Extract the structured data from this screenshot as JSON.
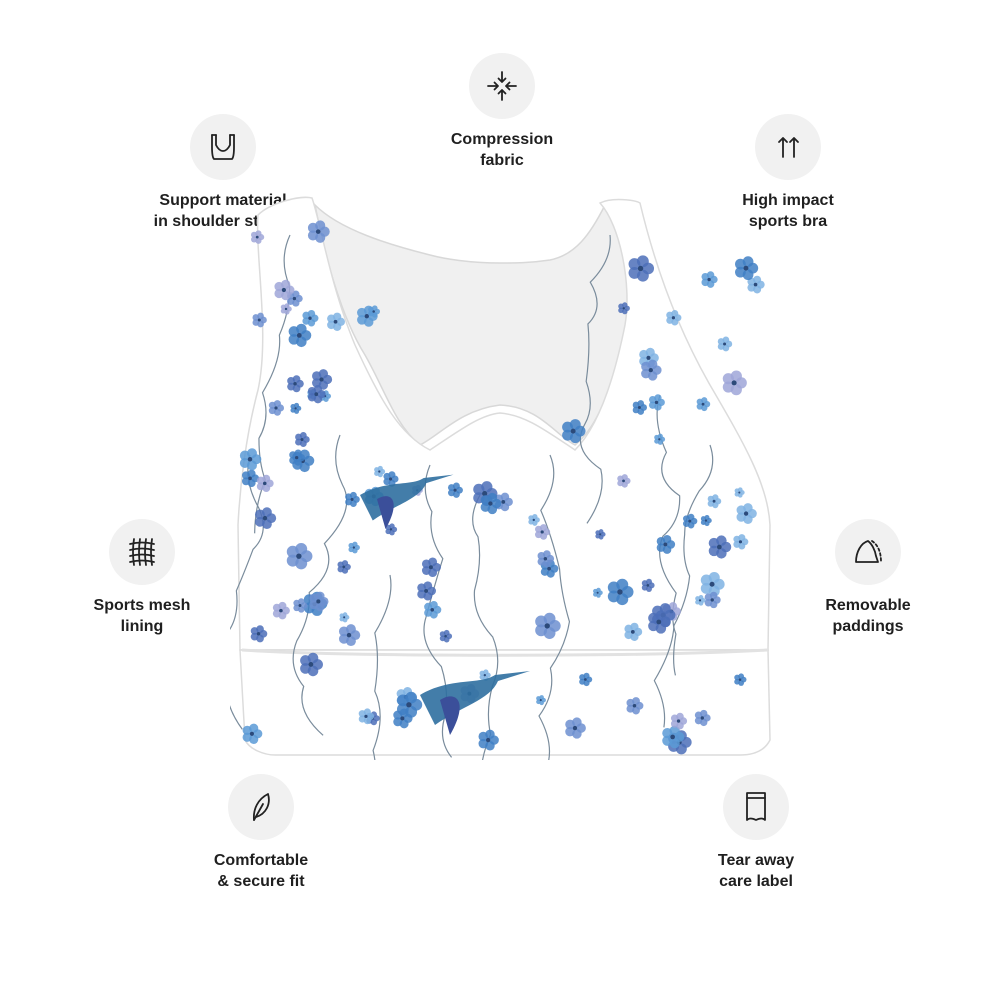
{
  "features": {
    "compression": {
      "label": "Compression\nfabric",
      "icon": "compression-arrows-icon"
    },
    "support": {
      "label": "Support material\nin shoulder straps",
      "icon": "bra-straps-icon"
    },
    "high_impact": {
      "label": "High impact\nsports bra",
      "icon": "up-arrows-icon"
    },
    "mesh": {
      "label": "Sports mesh\nlining",
      "icon": "mesh-grid-icon"
    },
    "paddings": {
      "label": "Removable\npaddings",
      "icon": "padding-cup-icon"
    },
    "comfort": {
      "label": "Comfortable\n& secure fit",
      "icon": "feather-icon"
    },
    "care_label": {
      "label": "Tear away\ncare label",
      "icon": "care-label-icon"
    }
  },
  "product": {
    "name": "longline-sports-bra",
    "pattern": "blue-floral-hummingbird",
    "accent": "#4a86c8",
    "base": "#ffffff"
  }
}
